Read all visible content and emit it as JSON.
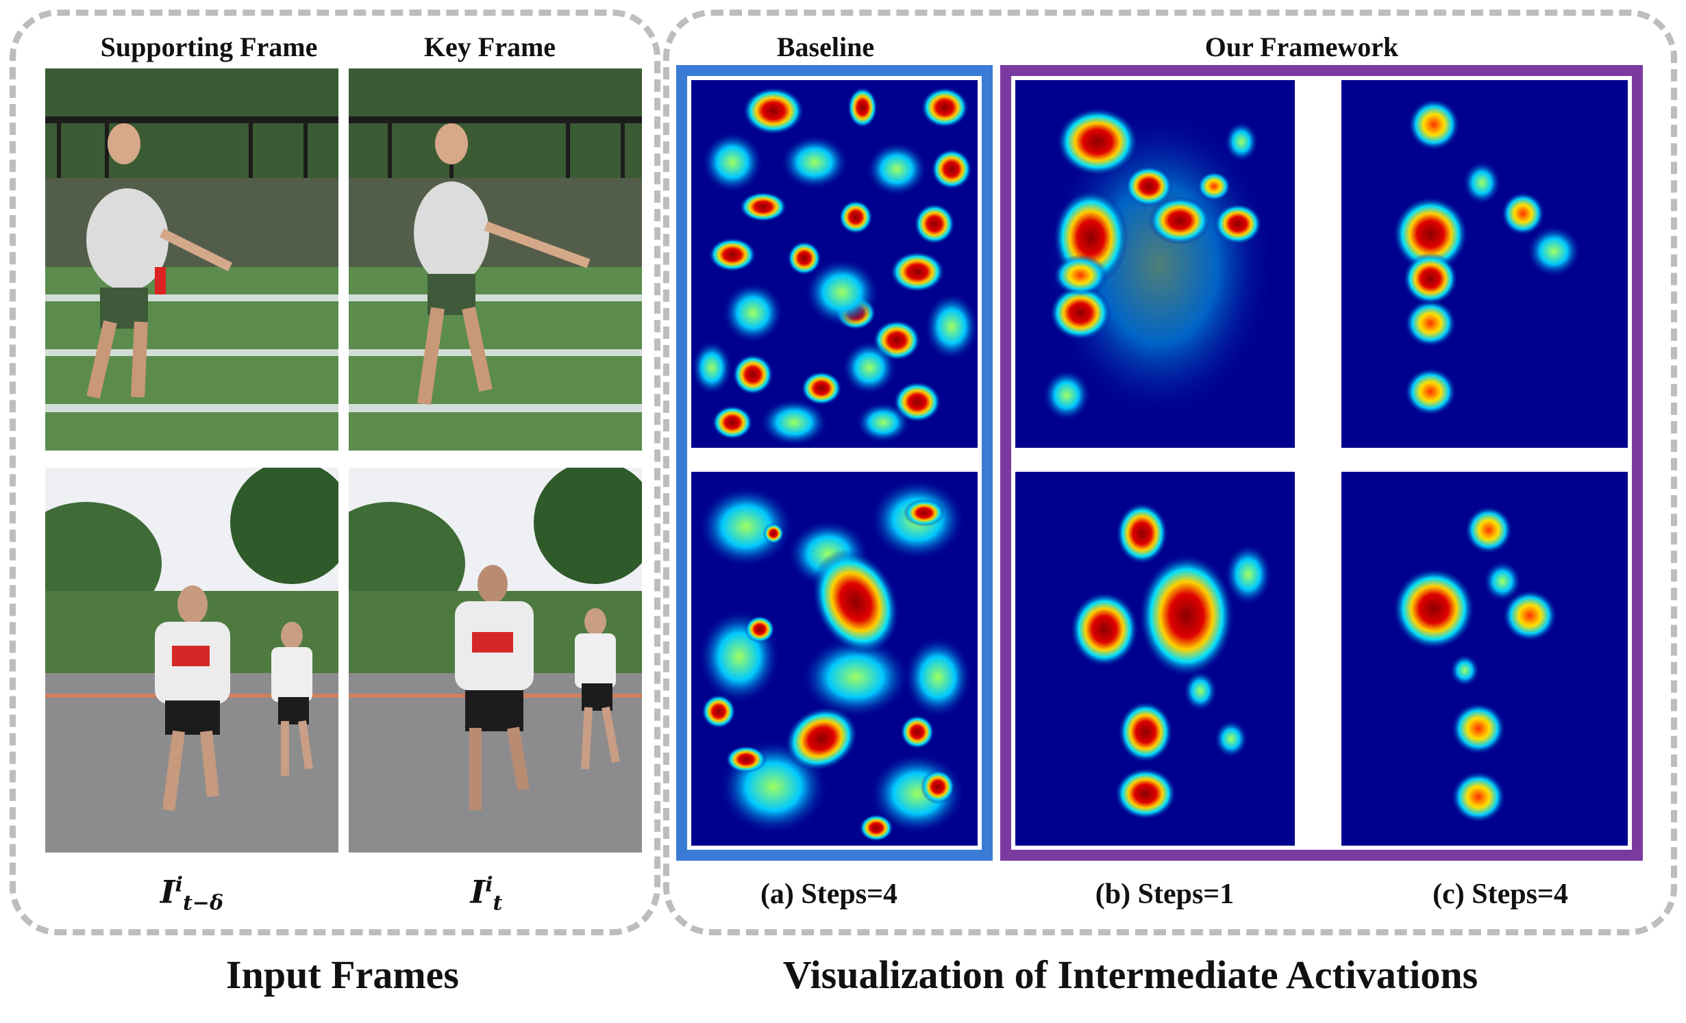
{
  "input_section": {
    "header_supporting": "Supporting Frame",
    "header_key": "Key Frame",
    "symbol_supporting": {
      "base": "I",
      "sup": "i",
      "sub": "t−δ"
    },
    "symbol_key": {
      "base": "I",
      "sup": "i",
      "sub": "t"
    },
    "title": "Input Frames"
  },
  "viz_section": {
    "header_baseline": "Baseline",
    "header_framework": "Our Framework",
    "caption_a": "(a) Steps=4",
    "caption_b": "(b) Steps=1",
    "caption_c": "(c) Steps=4",
    "title": "Visualization of Intermediate Activations"
  },
  "colors": {
    "baseline_border": "#3a7bd5",
    "framework_border": "#7b3aa0",
    "heatmap_background": "#00008f",
    "dashed_border": "#bdbdbd"
  }
}
